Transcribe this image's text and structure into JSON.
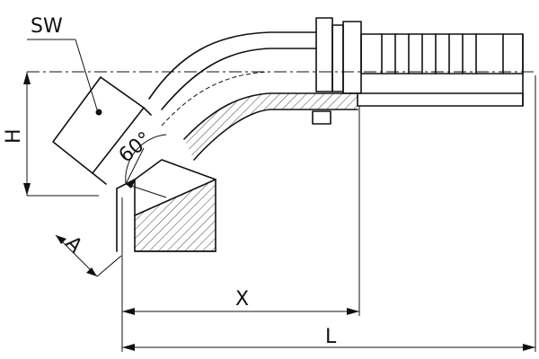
{
  "labels": {
    "sw": "SW",
    "h": "H",
    "a": "A",
    "x": "X",
    "l": "L",
    "angle": "60°"
  }
}
